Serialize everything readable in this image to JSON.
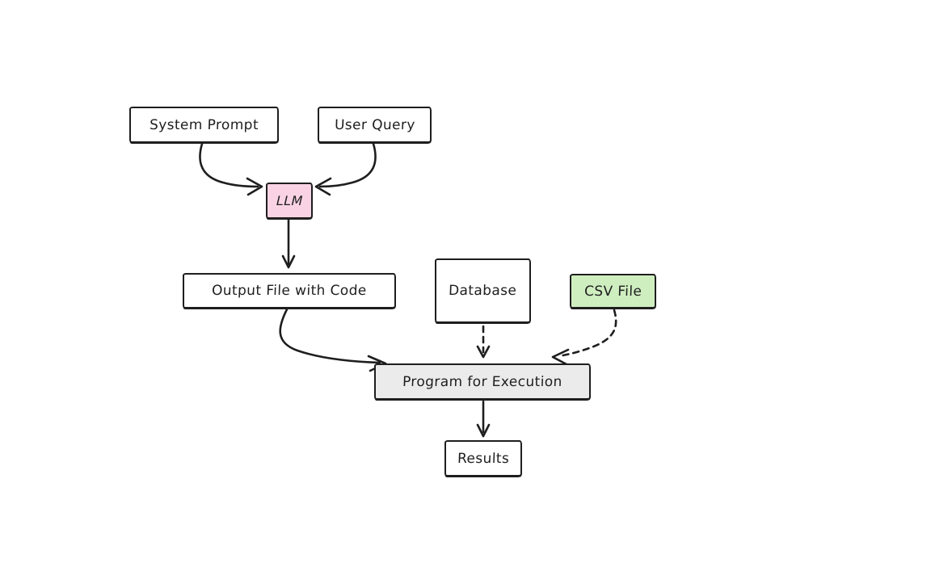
{
  "diagram": {
    "nodes": {
      "system_prompt": {
        "label": "System Prompt",
        "fill": "#ffffff"
      },
      "user_query": {
        "label": "User Query",
        "fill": "#ffffff"
      },
      "llm": {
        "label": "LLM",
        "fill": "#f9d3e3"
      },
      "output_file": {
        "label": "Output File with Code",
        "fill": "#ffffff"
      },
      "database": {
        "label": "Database",
        "fill": "#ffffff"
      },
      "csv_file": {
        "label": "CSV File",
        "fill": "#cfeec0"
      },
      "program": {
        "label": "Program for Execution",
        "fill": "#ebebeb"
      },
      "results": {
        "label": "Results",
        "fill": "#ffffff"
      }
    },
    "edges": [
      {
        "from": "System Prompt",
        "to": "LLM",
        "style": "solid"
      },
      {
        "from": "User Query",
        "to": "LLM",
        "style": "solid"
      },
      {
        "from": "LLM",
        "to": "Output File with Code",
        "style": "solid"
      },
      {
        "from": "Output File with Code",
        "to": "Program for Execution",
        "style": "solid"
      },
      {
        "from": "Database",
        "to": "Program for Execution",
        "style": "dashed"
      },
      {
        "from": "CSV File",
        "to": "Program for Execution",
        "style": "dashed"
      },
      {
        "from": "Program for Execution",
        "to": "Results",
        "style": "solid"
      }
    ],
    "colors": {
      "stroke": "#1e1e1e",
      "canvas_background": "#ffffff",
      "pink_fill": "#f9d3e3",
      "green_fill": "#cfeec0",
      "gray_fill": "#ebebeb"
    }
  }
}
